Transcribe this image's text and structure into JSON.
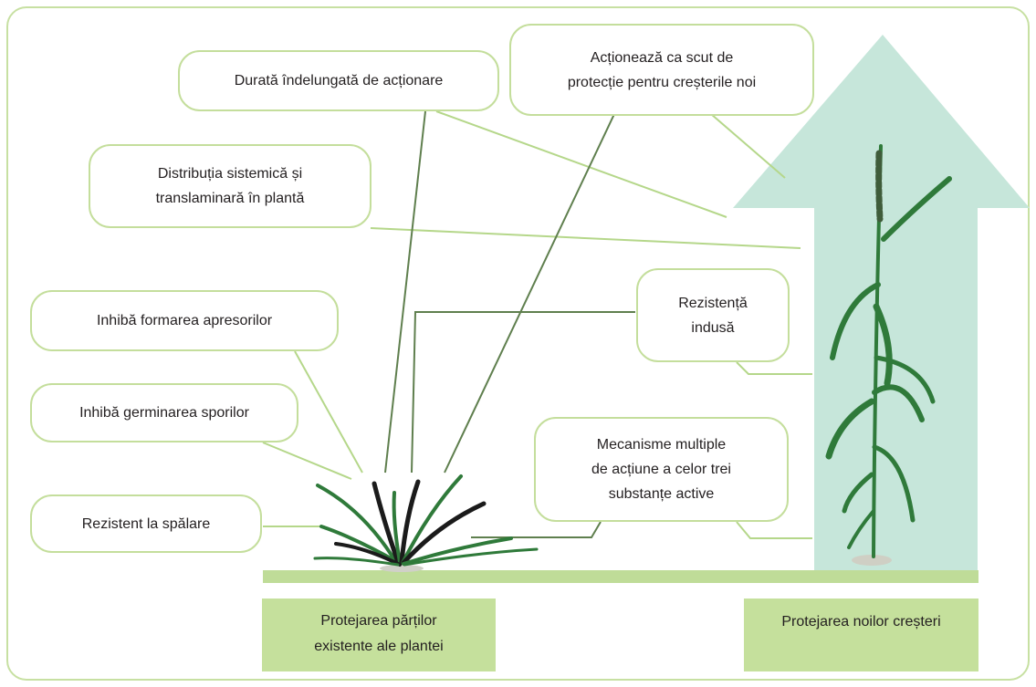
{
  "colors": {
    "frame": "#c7e0a2",
    "bubble_border": "#c4de9c",
    "connector_light": "#b5d78a",
    "connector_dark": "#5f7f4e",
    "arrow": "#c6e6da",
    "ground": "#bfdc98",
    "box_fill": "#c5e09c",
    "leaf_green": "#2f7a3a",
    "leaf_dark": "#1b1b1b"
  },
  "labels": {
    "durata": "Durată îndelungată de acționare",
    "scut_line1": "Acționează ca scut de",
    "scut_line2": "protecție pentru creșterile noi",
    "distributia_line1": "Distribuția sistemică și",
    "distributia_line2": "translaminară în plantă",
    "apresori": "Inhibă formarea apresorilor",
    "spori": "Inhibă germinarea sporilor",
    "spalare": "Rezistent la spălare",
    "rezistenta_line1": "Rezistență",
    "rezistenta_line2": "indusă",
    "mecanisme_line1": "Mecanisme multiple",
    "mecanisme_line2": "de acțiune a celor trei",
    "mecanisme_line3": "substanțe active"
  },
  "bottom": {
    "left_line1": "Protejarea părților",
    "left_line2": "existente ale plantei",
    "right": "Protejarea noilor creșteri"
  }
}
